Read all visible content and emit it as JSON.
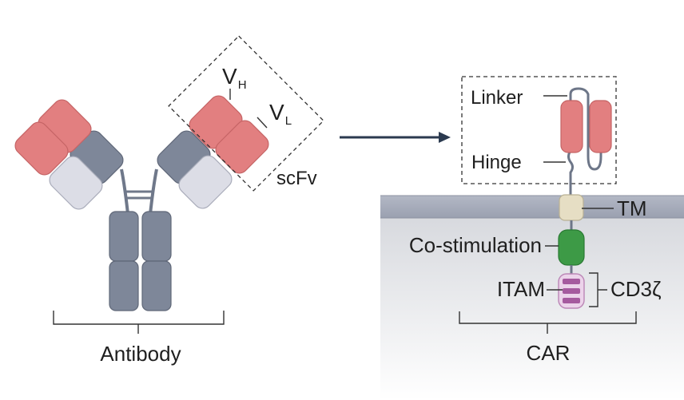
{
  "labels": {
    "vh_main": "V",
    "vh_sub": "H",
    "vl_main": "V",
    "vl_sub": "L",
    "scfv": "scFv",
    "antibody": "Antibody",
    "linker": "Linker",
    "hinge": "Hinge",
    "tm": "TM",
    "costim": "Co-stimulation",
    "itam": "ITAM",
    "cd3z": "CD3ζ",
    "car": "CAR"
  },
  "colors": {
    "heavy_chain": "#7e8799",
    "light_chain": "#dcdde6",
    "variable": "#e27f80",
    "membrane": "#a3a9b9",
    "tm_domain": "#e6dec4",
    "costim_domain": "#3d9a46",
    "itam_domain": "#d7a3d3",
    "arrow": "#2b3a4f"
  }
}
